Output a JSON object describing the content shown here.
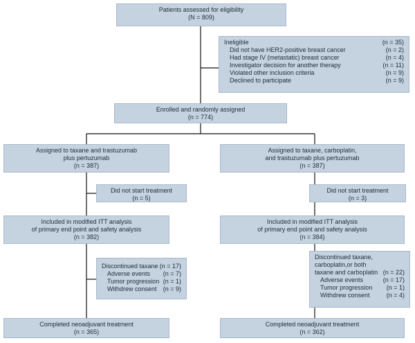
{
  "assessed": {
    "label": "Patients assessed for eligibility",
    "count": "(N = 809)"
  },
  "ineligible": {
    "label": "Ineligible",
    "count": "(n = 35)",
    "items": [
      {
        "label": "Did not have HER2-positive breast cancer",
        "count": "(n = 2)"
      },
      {
        "label": "Had stage IV (metastatic) breast cancer",
        "count": "(n = 4)"
      },
      {
        "label": "Investigator decision for another therapy",
        "count": "(n = 11)"
      },
      {
        "label": "Violated other inclusion criteria",
        "count": "(n = 9)"
      },
      {
        "label": "Declined to participate",
        "count": "(n = 9)"
      }
    ]
  },
  "enrolled": {
    "label": "Enrolled and randomly assigned",
    "count": "(n = 774)"
  },
  "left": {
    "assigned": {
      "line1": "Assigned to taxane and trastuzumab",
      "line2": "plus pertuzumab",
      "count": "(n = 387)"
    },
    "not_started": {
      "label": "Did not start treatment",
      "count": "(n = 5)"
    },
    "itt": {
      "line1": "Included in modified ITT analysis",
      "line2": "of primary end point and safety analysis",
      "count": "(n = 382)"
    },
    "discontinued": {
      "label": "Discontinued taxane",
      "count": "(n = 17)",
      "items": [
        {
          "label": "Adverse events",
          "count": "(n = 7)"
        },
        {
          "label": "Tumor progression",
          "count": "(n = 1)"
        },
        {
          "label": "Withdrew consent",
          "count": "(n = 9)"
        }
      ]
    },
    "completed": {
      "label": "Completed neoadjuvant treatment",
      "count": "(n = 365)"
    }
  },
  "right": {
    "assigned": {
      "line1": "Assigned to taxane, carboplatin,",
      "line2": "and trastuzumab plus pertuzumab",
      "count": "(n = 387)"
    },
    "not_started": {
      "label": "Did not start treatment",
      "count": "(n = 3)"
    },
    "itt": {
      "line1": "Included in modified ITT analysis",
      "line2": "of primary end point and safety analysis",
      "count": "(n = 384)"
    },
    "discontinued": {
      "line1": "Discontinued taxane,",
      "line2": "carboplatin,or both",
      "line3": "taxane and carboplatin",
      "count": "(n = 22)",
      "items": [
        {
          "label": "Adverse events",
          "count": "(n = 17)"
        },
        {
          "label": "Tumor progression",
          "count": "(n = 1)"
        },
        {
          "label": "Withdrew consent",
          "count": "(n = 4)"
        }
      ]
    },
    "completed": {
      "label": "Completed neoadjuvant treatment",
      "count": "(n = 362)"
    }
  }
}
